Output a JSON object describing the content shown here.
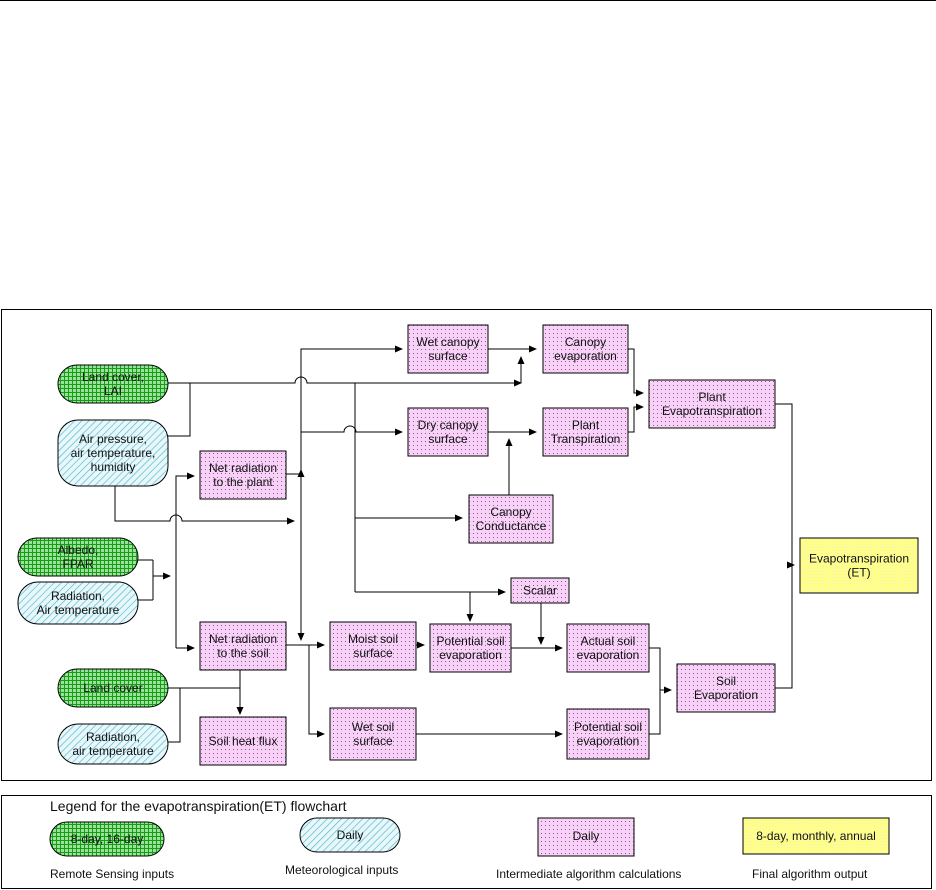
{
  "nodes": {
    "land_cover_lai": [
      "Land cover,",
      "LAI"
    ],
    "air_pressure": [
      "Air pressure,",
      "air temperature,",
      "humidity"
    ],
    "albedo": [
      "Albedo,",
      "FPAR"
    ],
    "radiation_air_temp_upper": [
      "Radiation,",
      "Air temperature"
    ],
    "land_cover": [
      "Land cover"
    ],
    "radiation_air_temp_lower": [
      "Radiation,",
      "air temperature"
    ],
    "net_rad_plant": [
      "Net radiation",
      "to the plant"
    ],
    "net_rad_soil": [
      "Net radiation",
      "to the soil"
    ],
    "soil_heat_flux": [
      "Soil heat flux"
    ],
    "wet_canopy": [
      "Wet canopy",
      "surface"
    ],
    "dry_canopy": [
      "Dry canopy",
      "surface"
    ],
    "canopy_conductance": [
      "Canopy",
      "Conductance"
    ],
    "canopy_evap": [
      "Canopy",
      "evaporation"
    ],
    "plant_transpiration": [
      "Plant",
      "Transpiration"
    ],
    "plant_et": [
      "Plant",
      "Evapotranspiration"
    ],
    "scalar": [
      "Scalar"
    ],
    "moist_soil": [
      "Moist soil",
      "surface"
    ],
    "potential_soil_evap_upper": [
      "Potential soil",
      "evaporation"
    ],
    "actual_soil_evap": [
      "Actual soil",
      "evaporation"
    ],
    "wet_soil": [
      "Wet soil",
      "surface"
    ],
    "potential_soil_evap_lower": [
      "Potential soil",
      "evaporation"
    ],
    "soil_evap": [
      "Soil",
      "Evaporation"
    ],
    "et_output": [
      "Evapotranspiration",
      "(ET)"
    ]
  },
  "legend": {
    "title": "Legend for the evapotranspiration(ET) flowchart",
    "items": [
      {
        "sample": "8-day, 16-day",
        "caption": "Remote Sensing inputs"
      },
      {
        "sample": "Daily",
        "caption": "Meteorological inputs"
      },
      {
        "sample": "Daily",
        "caption": "Intermediate algorithm calculations"
      },
      {
        "sample": "8-day, monthly, annual",
        "caption": "Final algorithm output"
      }
    ]
  },
  "colors": {
    "remote_sensing": "#4fbf4f",
    "meteorological": "#c7ecf2",
    "intermediate": "#f3c9f3",
    "final_output": "#ffff99"
  }
}
